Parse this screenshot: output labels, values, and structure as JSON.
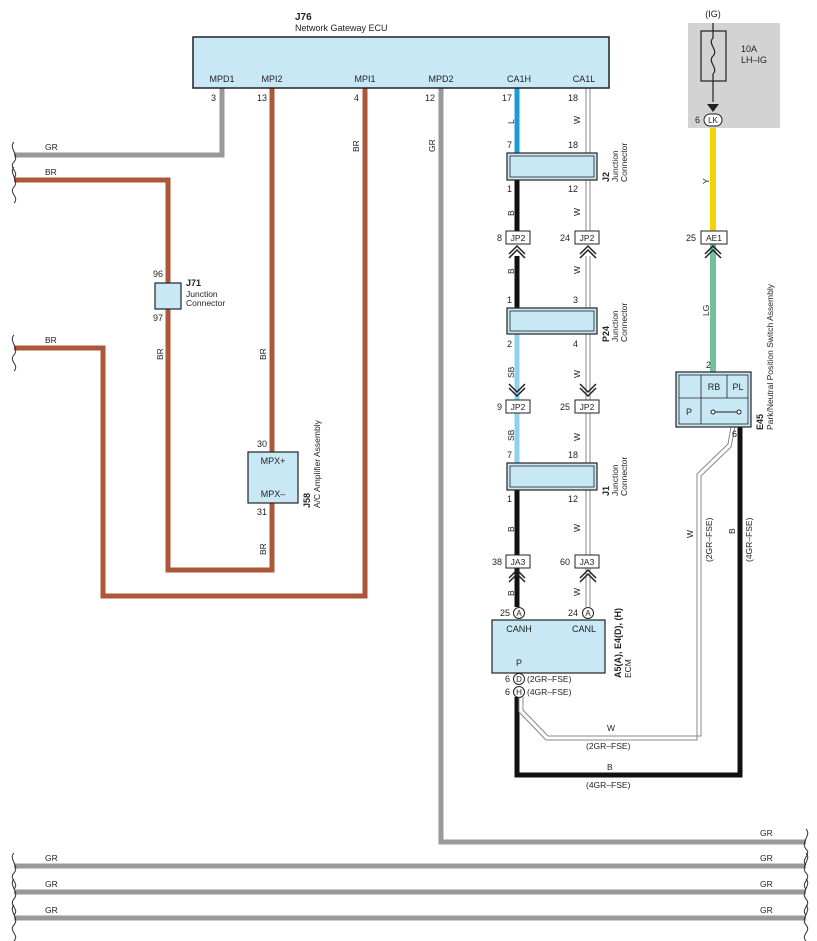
{
  "colors": {
    "box_fill": "#c9e8f6",
    "fuse_bg": "#d3d3d3",
    "wire_gr": "#999999",
    "wire_br": "#ac573a",
    "wire_b": "#111111",
    "wire_l": "#1e9bd7",
    "wire_sb": "#8ed0ee",
    "wire_y": "#f5d300",
    "wire_lg": "#6fc29a",
    "wire_w": "#aaaaaa"
  },
  "j76": {
    "code": "J76",
    "name": "Network Gateway ECU",
    "terminals": [
      {
        "label": "MPD1",
        "pin": "3"
      },
      {
        "label": "MPI2",
        "pin": "13"
      },
      {
        "label": "MPI1",
        "pin": "4"
      },
      {
        "label": "MPD2",
        "pin": "12"
      },
      {
        "label": "CA1H",
        "pin": "17"
      },
      {
        "label": "CA1L",
        "pin": "18"
      }
    ]
  },
  "fuse": {
    "source": "(IG)",
    "rating": "10A",
    "name": "LH–IG",
    "pin": "6",
    "connector": "LK"
  },
  "j71": {
    "code": "J71",
    "name1": "Junction",
    "name2": "Connector",
    "pin_top": "96",
    "pin_bottom": "97"
  },
  "j58": {
    "code": "J58",
    "name": "A/C Amplifier Assembly",
    "pin_top": "30",
    "pin_bottom": "31",
    "label_top": "MPX+",
    "label_bottom": "MPX–"
  },
  "j2": {
    "code": "J2",
    "name1": "Junction",
    "name2": "Connector",
    "pins": [
      "7",
      "18",
      "1",
      "12"
    ]
  },
  "p24": {
    "code": "P24",
    "name1": "Junction",
    "name2": "Connector",
    "pins": [
      "1",
      "3",
      "2",
      "4"
    ]
  },
  "j1": {
    "code": "J1",
    "name1": "Junction",
    "name2": "Connector",
    "pins": [
      "7",
      "18",
      "1",
      "12"
    ]
  },
  "jp2_a": {
    "pin": "8",
    "label": "JP2"
  },
  "jp2_b": {
    "pin": "24",
    "label": "JP2"
  },
  "jp2_c": {
    "pin": "9",
    "label": "JP2"
  },
  "jp2_d": {
    "pin": "25",
    "label": "JP2"
  },
  "ja3_a": {
    "pin": "38",
    "label": "JA3"
  },
  "ja3_b": {
    "pin": "60",
    "label": "JA3"
  },
  "ae1": {
    "pin": "25",
    "label": "AE1"
  },
  "e45": {
    "code": "E45",
    "name": "Park/Neutral Position Switch Assembly",
    "pin_top": "2",
    "pin_bottom": "6",
    "cells": [
      "RB",
      "PL",
      "P"
    ]
  },
  "ecm": {
    "code": "A5(A), E4(D), (H)",
    "name": "ECM",
    "canh": "CANH",
    "canl": "CANL",
    "canh_pin": "25",
    "canh_conn": "A",
    "canl_pin": "24",
    "canl_conn": "A",
    "p_label": "P",
    "pin_d": "6",
    "conn_d": "D",
    "note_d": "(2GR–FSE)",
    "pin_h": "6",
    "conn_h": "H",
    "note_h": "(4GR–FSE)"
  },
  "wire_labels": {
    "gr": "GR",
    "br": "BR",
    "b": "B",
    "l": "L",
    "w": "W",
    "sb": "SB",
    "y": "Y",
    "lg": "LG",
    "note_2gr": "(2GR–FSE)",
    "note_4gr": "(4GR–FSE)"
  }
}
